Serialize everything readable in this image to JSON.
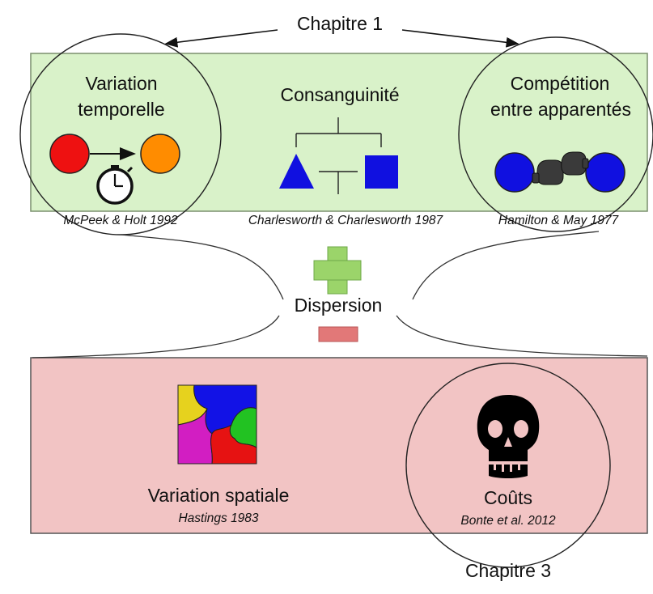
{
  "colors": {
    "green_panel": "#d9f2c9",
    "green_border": "#7a8f6e",
    "pink_panel": "#f2c4c4",
    "pink_border": "#555555",
    "red_circle": "#ee1111",
    "orange_circle": "#ff8c00",
    "blue_shapes": "#1010e0",
    "plus_green": "#9bd46a",
    "minus_pink": "#e27878"
  },
  "headers": {
    "chapter1": "Chapitre 1",
    "chapter3": "Chapitre 3"
  },
  "top_panel": {
    "temporal": {
      "title_line1": "Variation",
      "title_line2": "temporelle",
      "reference": "McPeek & Holt 1992",
      "icons": [
        "red-circle",
        "right-arrow",
        "orange-circle",
        "clock-icon"
      ]
    },
    "inbreeding": {
      "title": "Consanguinité",
      "reference": "Charlesworth & Charlesworth 1987",
      "icons": [
        "pedigree-triangle",
        "pedigree-square"
      ]
    },
    "kin_competition": {
      "title_line1": "Compétition",
      "title_line2": "entre apparentés",
      "reference": "Hamilton & May 1977",
      "icons": [
        "blue-circle",
        "boxing-gloves-icon",
        "blue-circle"
      ]
    }
  },
  "center": {
    "label": "Dispersion",
    "plus_symbol": "plus-icon",
    "minus_symbol": "minus-icon"
  },
  "bottom_panel": {
    "spatial": {
      "title": "Variation spatiale",
      "reference": "Hastings 1983",
      "icon": "patch-mosaic-icon"
    },
    "costs": {
      "title": "Coûts",
      "reference": "Bonte et al. 2012",
      "icon": "skull-icon"
    }
  }
}
